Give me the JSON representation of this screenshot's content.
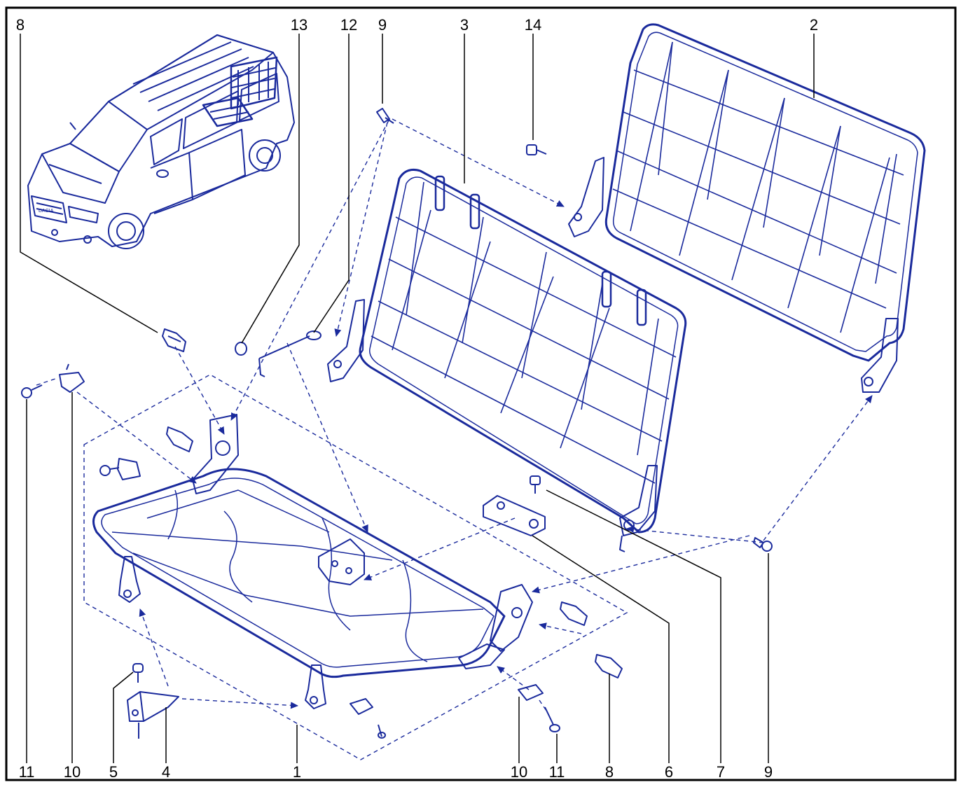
{
  "colors": {
    "line": "#1a2a9c",
    "leader": "#000000",
    "frame": "#000000",
    "background": "#ffffff"
  },
  "callouts": {
    "top": {
      "c8": "8",
      "c13": "13",
      "c12": "12",
      "c9": "9",
      "c3": "3",
      "c14": "14",
      "c2": "2"
    },
    "bottom": {
      "c11a": "11",
      "c10a": "10",
      "c5": "5",
      "c4": "4",
      "c1": "1",
      "c10b": "10",
      "c11b": "11",
      "c8b": "8",
      "c6": "6",
      "c7": "7",
      "c9b": "9"
    }
  },
  "car_badge": "DACIA",
  "icons": {
    "bolt": "bolt-icon",
    "bracket": "bracket-icon",
    "clip": "clip-icon",
    "washer": "washer-icon"
  }
}
